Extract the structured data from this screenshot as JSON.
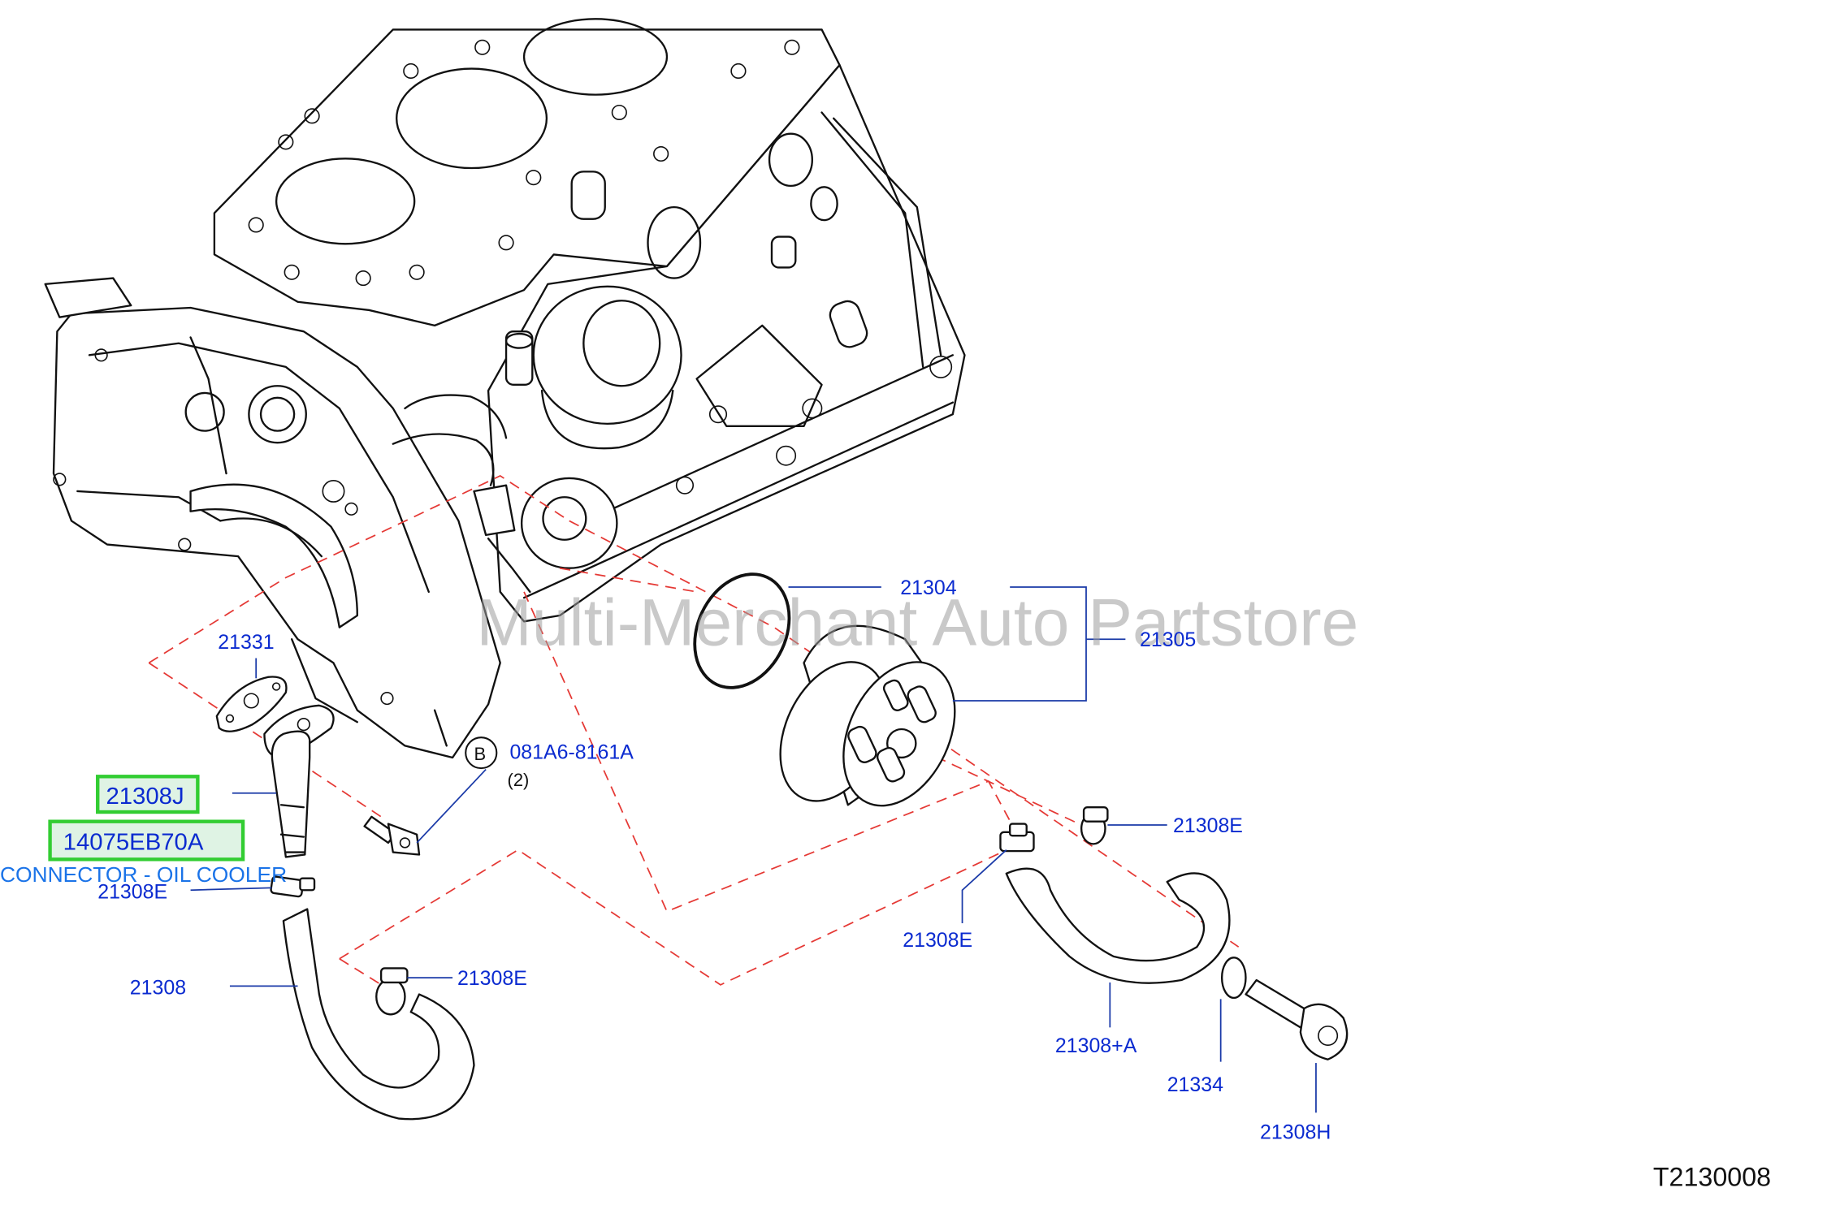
{
  "watermark": "Multi-Merchant Auto Partstore",
  "diagram_code": "T2130008",
  "colors": {
    "callout_text": "#0b2bd0",
    "highlight_border": "#32cd32",
    "highlight_fill": "#dff3e4",
    "description_text": "#1a73e8",
    "phantom_lines": "#e53935",
    "watermark": "#9e9e9e"
  },
  "callouts": {
    "p21304": "21304",
    "p21305": "21305",
    "p21331": "21331",
    "p21308J": "21308J",
    "p14075EB70A": "14075EB70A",
    "p21308E_left": "21308E",
    "p21308": "21308",
    "p21308E_bottom": "21308E",
    "p21308E_right": "21308E",
    "p21308E_mid": "21308E",
    "p21308A": "21308+A",
    "p21334": "21334",
    "p21308H": "21308H",
    "bolt_code": "081A6-8161A",
    "bolt_qty": "(2)"
  },
  "bolt_marker": "B",
  "selected_part": {
    "part_number": "14075EB70A",
    "description": "CONNECTOR - OIL COOLER"
  }
}
